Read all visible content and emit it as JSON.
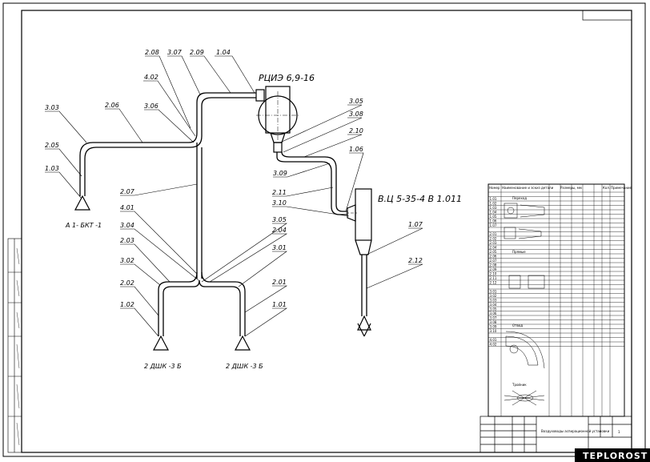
{
  "diagram": {
    "equipment": {
      "rcie": "РЦИЭ 6,9-16",
      "vts": "В.Ц 5-35-4 В 1.011",
      "a1": "А 1- БКТ -1",
      "dshk_left": "2 ДШК -3 Б",
      "dshk_right": "2 ДШК -3 Б"
    },
    "labels": {
      "l2_08": "2.08",
      "l3_07": "3.07",
      "l2_09": "2.09",
      "l1_04": "1.04",
      "l4_02": "4.02",
      "l3_03": "3.03",
      "l2_06": "2.06",
      "l3_06": "3.06",
      "l2_05": "2.05",
      "l1_03": "1.03",
      "l3_05a": "3.05",
      "l3_08": "3.08",
      "l2_10": "2.10",
      "l3_09": "3.09",
      "l1_06": "1.06",
      "l2_07": "2.07",
      "l2_11": "2.11",
      "l3_10": "3.10",
      "l4_01": "4.01",
      "l3_04": "3.04",
      "l2_03": "2.03",
      "l3_02": "3.02",
      "l2_02": "2.02",
      "l1_02": "1.02",
      "l3_05b": "3.05",
      "l2_04": "2.04",
      "l3_01": "3.01",
      "l2_01": "2.01",
      "l1_01": "1.01",
      "l1_07": "1.07",
      "l2_12": "2.12"
    }
  },
  "spec_table": {
    "header": [
      "Номер",
      "Наименование и эскиз детали",
      "Размеры, мм",
      "",
      "",
      "",
      "Кол.",
      "Примечание"
    ],
    "sections": [
      {
        "title": "Переход",
        "row_numbers": [
          "1.01",
          "1.02",
          "1.03",
          "1.04",
          "1.05",
          "1.06",
          "1.07"
        ]
      },
      {
        "title": "Прямые",
        "row_numbers": [
          "2.01",
          "2.02",
          "2.03",
          "2.04",
          "2.05",
          "2.06",
          "2.07",
          "2.08",
          "2.09",
          "2.10",
          "2.11",
          "2.12"
        ]
      },
      {
        "title": "Отвод",
        "row_numbers": [
          "3.01",
          "3.02",
          "3.03",
          "3.04",
          "3.05",
          "3.06",
          "3.07",
          "3.08",
          "3.09",
          "3.10"
        ]
      },
      {
        "title": "Тройник",
        "row_numbers": [
          "4.01",
          "4.02"
        ]
      }
    ]
  },
  "title_block": {
    "name": "Воздуховоды аспирационной установки",
    "sheet": "1"
  },
  "footer": {
    "watermark": "TEPLOROST"
  }
}
